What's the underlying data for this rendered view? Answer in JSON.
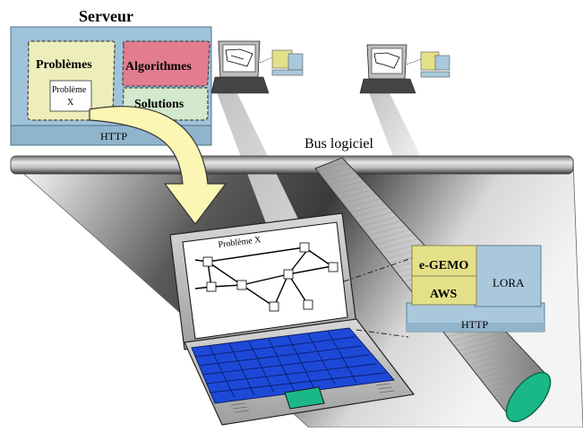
{
  "server": {
    "title": "Serveur",
    "problems_label": "Problèmes",
    "problem_item_line1": "Problème",
    "problem_item_line2": "X",
    "algorithms_label": "Algorithmes",
    "solutions_label": "Solutions",
    "http_label": "HTTP"
  },
  "bus": {
    "label": "Bus logiciel"
  },
  "client": {
    "screen_title": "Problème X",
    "egemo_label": "e-GEMO",
    "aws_label": "AWS",
    "lora_label": "LORA",
    "http_label": "HTTP"
  },
  "colors": {
    "server_blue": "#9fc3da",
    "problems_beige": "#eeeebb",
    "algorithms_red": "#e17d8e",
    "solutions_green": "#d3e8cc",
    "module_yellow": "#e4e08a",
    "lora_blue": "#a9c8dc",
    "arrow_yellow": "#fbf6b3",
    "keyboard_blue": "#1d49d8",
    "tube_end_green": "#1ab889"
  }
}
